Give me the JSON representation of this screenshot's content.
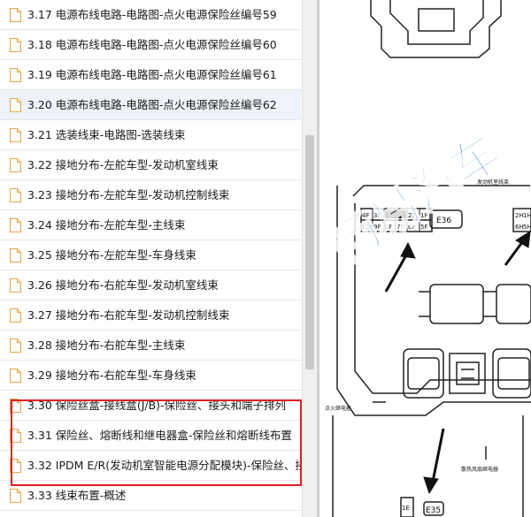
{
  "toc": {
    "items": [
      {
        "label": "3.17 电源布线电路-电路图-点火电源保险丝编号59"
      },
      {
        "label": "3.18 电源布线电路-电路图-点火电源保险丝编号60"
      },
      {
        "label": "3.19 电源布线电路-电路图-点火电源保险丝编号61"
      },
      {
        "label": "3.20 电源布线电路-电路图-点火电源保险丝编号62"
      },
      {
        "label": "3.21 选装线束-电路图-选装线束"
      },
      {
        "label": "3.22 接地分布-左舵车型-发动机室线束"
      },
      {
        "label": "3.23 接地分布-左舵车型-发动机控制线束"
      },
      {
        "label": "3.24 接地分布-左舵车型-主线束"
      },
      {
        "label": "3.25 接地分布-左舵车型-车身线束"
      },
      {
        "label": "3.26 接地分布-右舵车型-发动机室线束"
      },
      {
        "label": "3.27 接地分布-右舵车型-发动机控制线束"
      },
      {
        "label": "3.28 接地分布-右舵车型-主线束"
      },
      {
        "label": "3.29 接地分布-右舵车型-车身线束"
      },
      {
        "label": "3.30 保险丝盒-接线盒(J/B)-保险丝、接头和端子排列"
      },
      {
        "label": "3.31 保险丝、熔断线和继电器盒-保险丝和熔断线布置"
      },
      {
        "label": "3.32 IPDM E/R(发动机室智能电源分配模块)-保险丝、接"
      },
      {
        "label": "3.33 线束布置-概述"
      }
    ],
    "selected_index": 3
  },
  "diagram": {
    "watermark": "畅易汽车",
    "title_text": "发动机室线束",
    "connector_e36": "E36",
    "connector_e35": "E35",
    "fuse_top_left": [
      "4F",
      "3F",
      "",
      "2F",
      "1F"
    ],
    "fuse_bottom_left": [
      "10F",
      "9F",
      "8F",
      "7F",
      "6F",
      "5F"
    ],
    "fuse_top_right": [
      "2H",
      "1H"
    ],
    "fuse_bottom_right": [
      "6H",
      "5H"
    ],
    "label_ignition_relay": "点火继电器",
    "label_fan_relay": "散热风扇继电器",
    "label_1e": "1E"
  },
  "colors": {
    "highlight": "#e02020",
    "selected_bg": "#eef3f9"
  }
}
